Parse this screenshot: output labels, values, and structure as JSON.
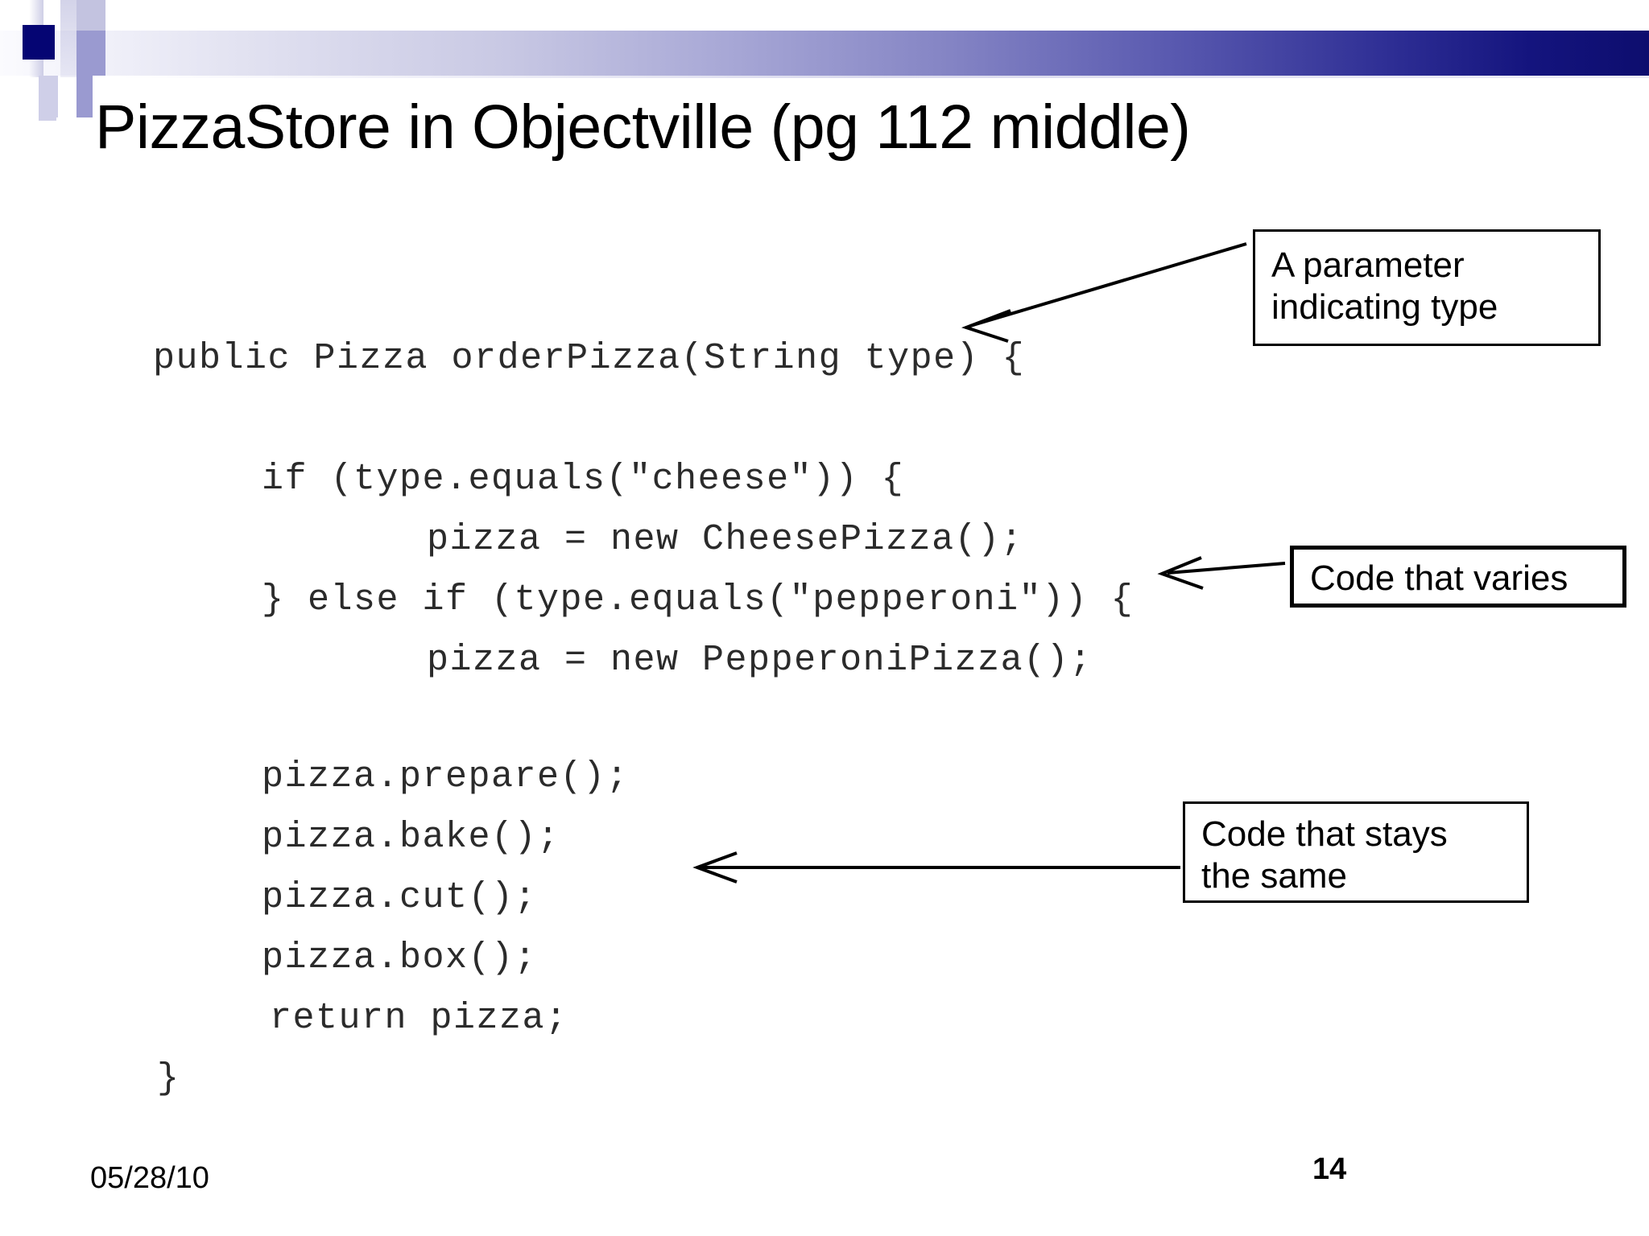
{
  "slide": {
    "title": "PizzaStore in Objectville (pg 112 middle)",
    "footer": {
      "date": "05/28/10",
      "page_number": "14"
    },
    "colors": {
      "header_gradient_start": "#fbfbfe",
      "header_gradient_end": "#0d0d6e",
      "accent_square": "#050573",
      "accent_light": "#9a9ad0",
      "text": "#000000",
      "code_text": "#2b2b2b"
    }
  },
  "code": {
    "language": "java",
    "lines": [
      "public Pizza orderPizza(String type) {",
      "",
      "      if (type.equals(\"cheese\")) {",
      "            pizza = new CheesePizza();",
      "      } else if (type.equals(\"pepperoni\")) {",
      "            pizza = new PepperoniPizza();",
      "",
      "      pizza.prepare();",
      "      pizza.bake();",
      "      pizza.cut();",
      "      pizza.box();",
      "      return pizza;",
      "}"
    ],
    "line_1": "public Pizza orderPizza(String type) {",
    "line_2": "if (type.equals(\"cheese\")) {",
    "line_3": "pizza = new CheesePizza();",
    "line_4": "} else if (type.equals(\"pepperoni\")) {",
    "line_5": "pizza = new PepperoniPizza();",
    "line_6": "pizza.prepare();",
    "line_7": "pizza.bake();",
    "line_8": "pizza.cut();",
    "line_9": "pizza.box();",
    "line_10": "return pizza;",
    "line_11": "}"
  },
  "callouts": [
    {
      "id": "parameter",
      "line_1": "A parameter",
      "line_2": "indicating type",
      "text": "A parameter indicating type"
    },
    {
      "id": "varies",
      "line_1": "Code that varies",
      "line_2": "",
      "text": "Code that varies"
    },
    {
      "id": "stays-same",
      "line_1": "Code that stays",
      "line_2": "the same",
      "text": "Code that stays the same"
    }
  ]
}
